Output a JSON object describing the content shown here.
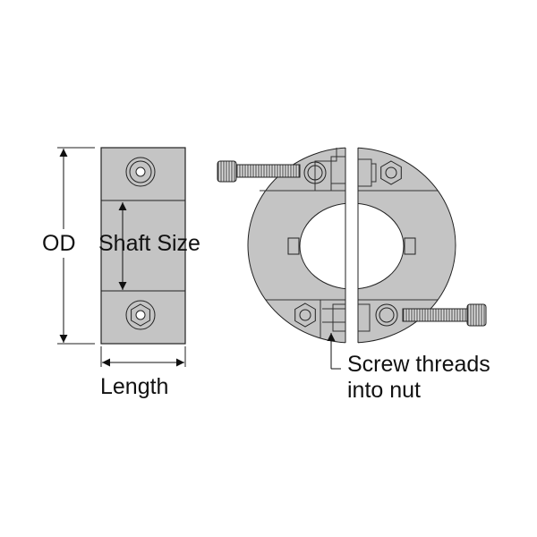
{
  "labels": {
    "od": "OD",
    "shaft_size": "Shaft Size",
    "length": "Length",
    "screw_note_line1": "Screw threads",
    "screw_note_line2": "into nut"
  },
  "colors": {
    "part_fill": "#c4c4c4",
    "outline": "#222222",
    "background": "#ffffff"
  }
}
